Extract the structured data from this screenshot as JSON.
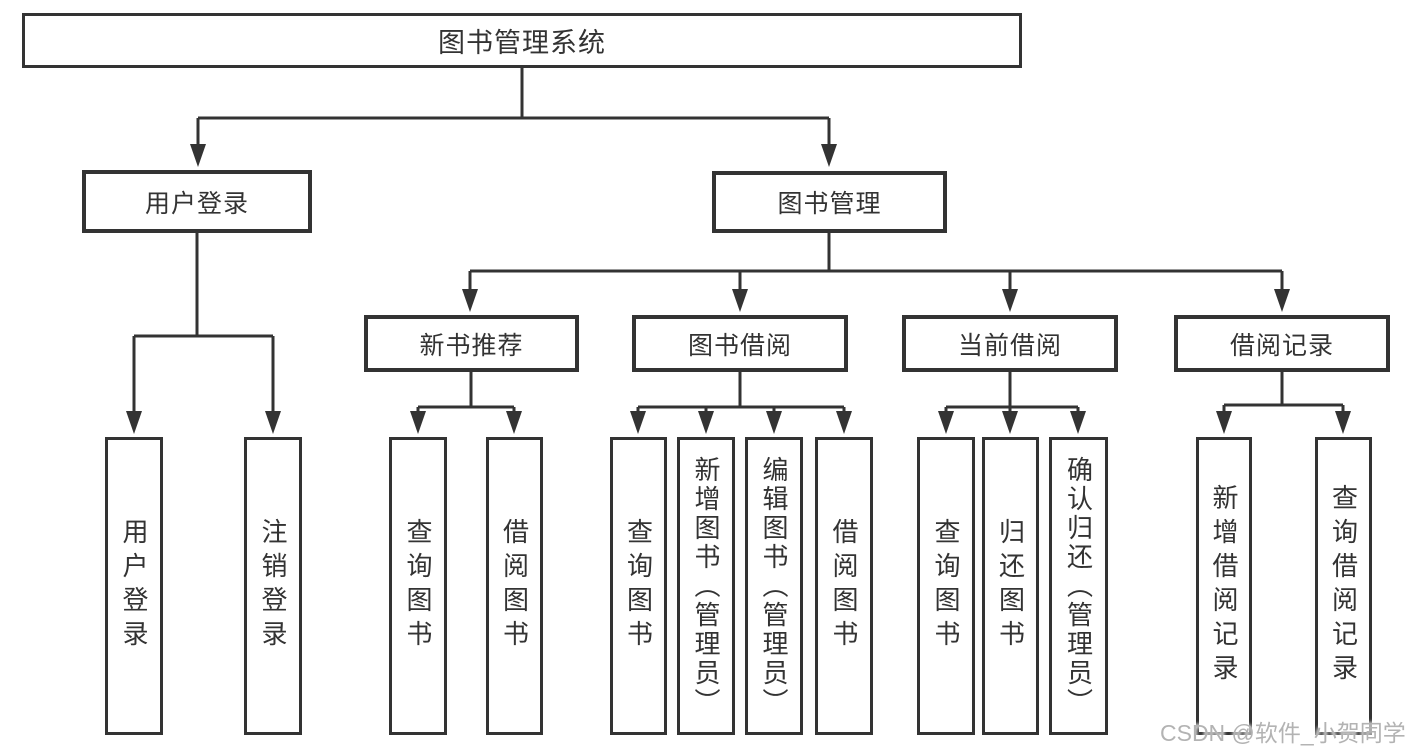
{
  "diagram": {
    "root": {
      "label": "图书管理系统"
    },
    "level2": [
      {
        "label": "用户登录",
        "children": [
          "用户登录",
          "注销登录"
        ]
      },
      {
        "label": "图书管理",
        "children": [
          {
            "label": "新书推荐",
            "children": [
              "查询图书",
              "借阅图书"
            ]
          },
          {
            "label": "图书借阅",
            "children": [
              "查询图书",
              "新增图书（管理员）",
              "编辑图书（管理员）",
              "借阅图书"
            ]
          },
          {
            "label": "当前借阅",
            "children": [
              "查询图书",
              "归还图书",
              "确认归还（管理员）"
            ]
          },
          {
            "label": "借阅记录",
            "children": [
              "新增借阅记录",
              "查询借阅记录"
            ]
          }
        ]
      }
    ]
  },
  "watermark": {
    "text": "CSDN @软件_小贺同学"
  },
  "colors": {
    "line": "#333333",
    "text": "#333333",
    "background": "#ffffff",
    "watermark": "#b3b3b3"
  }
}
